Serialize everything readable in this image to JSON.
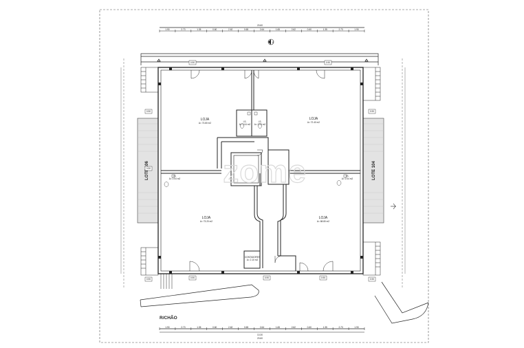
{
  "drawing": {
    "floor_label": "R/CHÃO",
    "lot_left": "LOTE 106",
    "lot_right": "LOTE 104",
    "watermark": "zome",
    "north_marker": "B",
    "top_dimensions": [
      "1.90",
      "2.73",
      "1.35",
      "0.60",
      "2.62",
      "0.65",
      "2.64",
      "1.65",
      "2.62",
      "0.60",
      "1.35",
      "2.73",
      "1.90"
    ],
    "top_total": "20.60",
    "bottom_dimensions": [
      "1.90",
      "2.73",
      "1.35",
      "0.60",
      "2.62",
      "0.65",
      "2.64",
      "1.65",
      "2.62",
      "0.60",
      "1.35",
      "2.73",
      "1.90"
    ],
    "bottom_total": "20.60",
    "bottom_subtotal": "10.30",
    "rooms": [
      {
        "name": "LOJA",
        "area": "A= 73.80 m2"
      },
      {
        "name": "LOJA",
        "area": "A= 72.40 m2"
      },
      {
        "name": "LOJA",
        "area": "A= 73.20 m2"
      },
      {
        "name": "LOJA",
        "area": "A= 68.80 m2"
      },
      {
        "name": "I.S.",
        "area": "A= 2.04 m2"
      },
      {
        "name": "I.S.",
        "area": "A= 2.04 m2"
      },
      {
        "name": "I.S.",
        "area": "A= 2.04 m2"
      },
      {
        "name": "I.S.",
        "area": "A= 2.04 m2"
      },
      {
        "name": "CONTADORES",
        "area": "A= 2.10 m2"
      }
    ],
    "window_tags": [
      "0.90",
      "0.90",
      "0.90",
      "0.90",
      "0.90",
      "0.90",
      "0.90",
      "0.90",
      "0.90",
      "0.90"
    ]
  }
}
